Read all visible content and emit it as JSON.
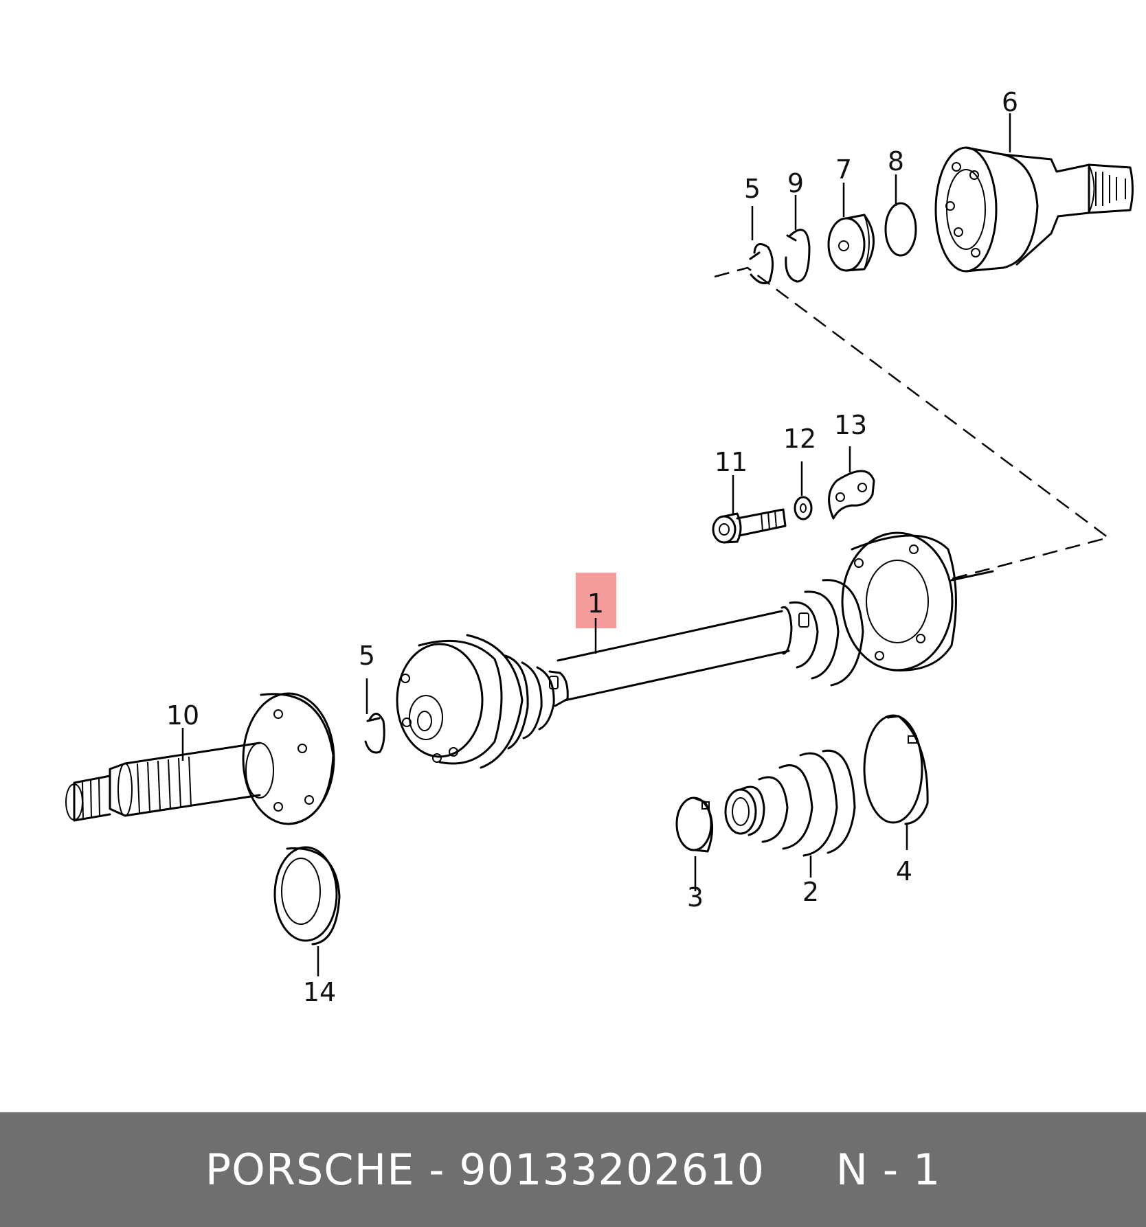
{
  "callouts": {
    "c1": "1",
    "c2": "2",
    "c3": "3",
    "c4": "4",
    "c5_top": "5",
    "c5_mid": "5",
    "c6": "6",
    "c7": "7",
    "c8": "8",
    "c9": "9",
    "c10": "10",
    "c11": "11",
    "c12": "12",
    "c13": "13",
    "c14": "14"
  },
  "highlight_color": "#f28b8b",
  "footer": {
    "brand": "PORSCHE",
    "separator": " - ",
    "part_number": "90133202610",
    "position": "N - 1"
  }
}
